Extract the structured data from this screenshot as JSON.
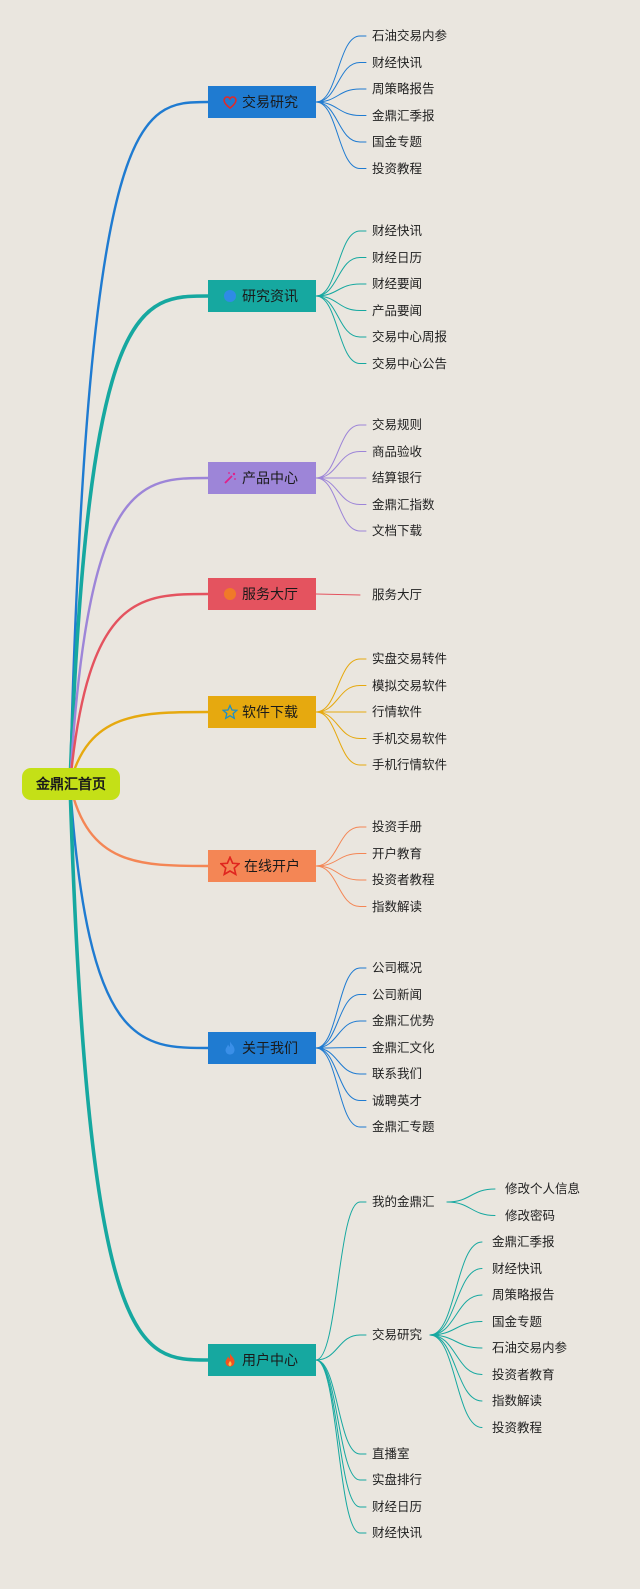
{
  "root": {
    "label": "金鼎汇首页"
  },
  "colors": {
    "root": "#c4e017",
    "blue": "#1f7bd1",
    "teal": "#16a8a0",
    "purple": "#9d85d8",
    "red": "#e4535f",
    "amber": "#e6a90f",
    "orange": "#f48655"
  },
  "branches": [
    {
      "label": "交易研究",
      "icon": "heart-icon",
      "color": "#1f7bd1",
      "children": [
        "石油交易内参",
        "财经快讯",
        "周策略报告",
        "金鼎汇季报",
        "国金专题",
        "投资教程"
      ]
    },
    {
      "label": "研究资讯",
      "icon": "blue-dot-icon",
      "color": "#16a8a0",
      "children": [
        "财经快讯",
        "财经日历",
        "财经要闻",
        "产品要闻",
        "交易中心周报",
        "交易中心公告"
      ]
    },
    {
      "label": "产品中心",
      "icon": "magic-wand-icon",
      "color": "#9d85d8",
      "children": [
        "交易规则",
        "商品验收",
        "结算银行",
        "金鼎汇指数",
        "文档下载"
      ]
    },
    {
      "label": "服务大厅",
      "icon": "orange-dot-icon",
      "color": "#e4535f",
      "children": [
        "服务大厅"
      ]
    },
    {
      "label": "软件下载",
      "icon": "star-outline-icon",
      "color": "#e6a90f",
      "children": [
        "实盘交易转件",
        "模拟交易软件",
        "行情软件",
        "手机交易软件",
        "手机行情软件"
      ]
    },
    {
      "label": "在线开户",
      "icon": "red-star-icon",
      "color": "#f48655",
      "children": [
        "投资手册",
        "开户教育",
        "投资者教程",
        "指数解读"
      ]
    },
    {
      "label": "关于我们",
      "icon": "flame-icon",
      "color": "#1f7bd1",
      "children": [
        "公司概况",
        "公司新闻",
        "金鼎汇优势",
        "金鼎汇文化",
        "联系我们",
        "诚聘英才",
        "金鼎汇专题"
      ]
    },
    {
      "label": "用户中心",
      "icon": "fire-icon",
      "color": "#16a8a0",
      "children": [
        {
          "label": "我的金鼎汇",
          "children": [
            "修改个人信息",
            "修改密码"
          ]
        },
        {
          "label": "交易研究",
          "children": [
            "金鼎汇季报",
            "财经快讯",
            "周策略报告",
            "国金专题",
            "石油交易内参",
            "投资者教育",
            "指数解读",
            "投资教程"
          ]
        },
        {
          "label": "直播室"
        },
        {
          "label": "实盘排行"
        },
        {
          "label": "财经日历"
        },
        {
          "label": "财经快讯"
        }
      ]
    }
  ]
}
